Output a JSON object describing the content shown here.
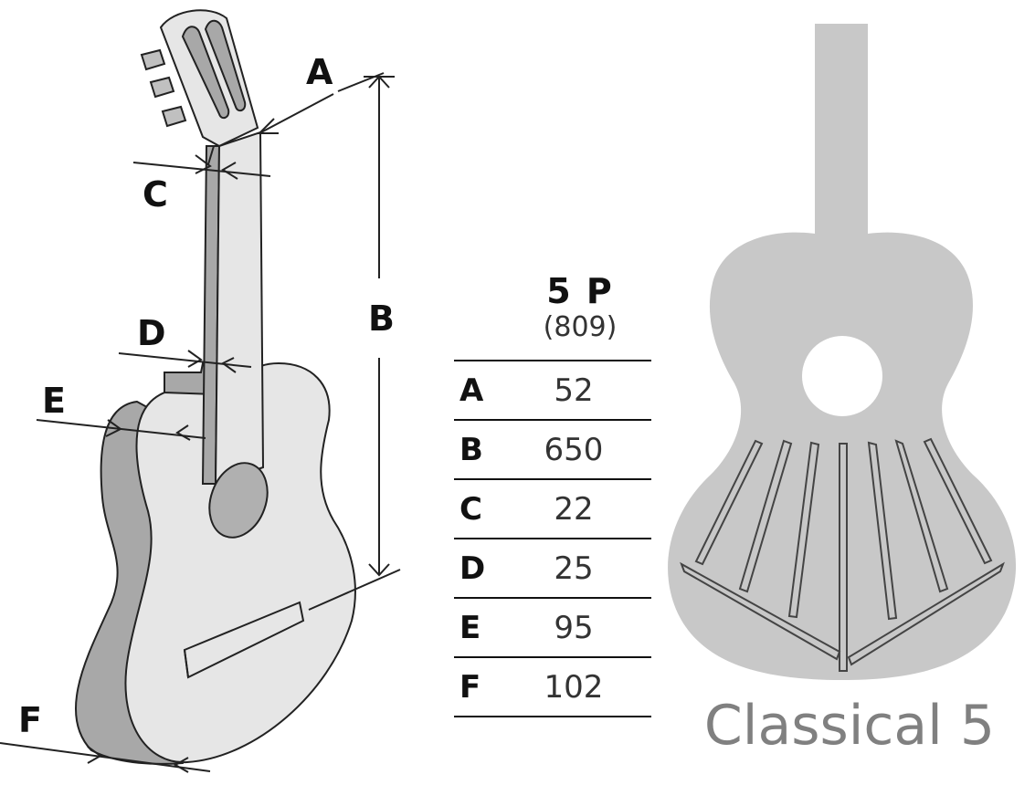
{
  "dimensions": [
    {
      "letter": "A",
      "value": "52"
    },
    {
      "letter": "B",
      "value": "650"
    },
    {
      "letter": "C",
      "value": "22"
    },
    {
      "letter": "D",
      "value": "25"
    },
    {
      "letter": "E",
      "value": "95"
    },
    {
      "letter": "F",
      "value": "102"
    }
  ],
  "model": {
    "title": "5 P",
    "code": "(809)",
    "name": "Classical 5"
  },
  "colors": {
    "silhouette_fill": "#c8c8c8",
    "guitar_top": "#e6e6e6",
    "guitar_side": "#a8a8a8",
    "line": "#222222",
    "name_text": "#808080"
  }
}
